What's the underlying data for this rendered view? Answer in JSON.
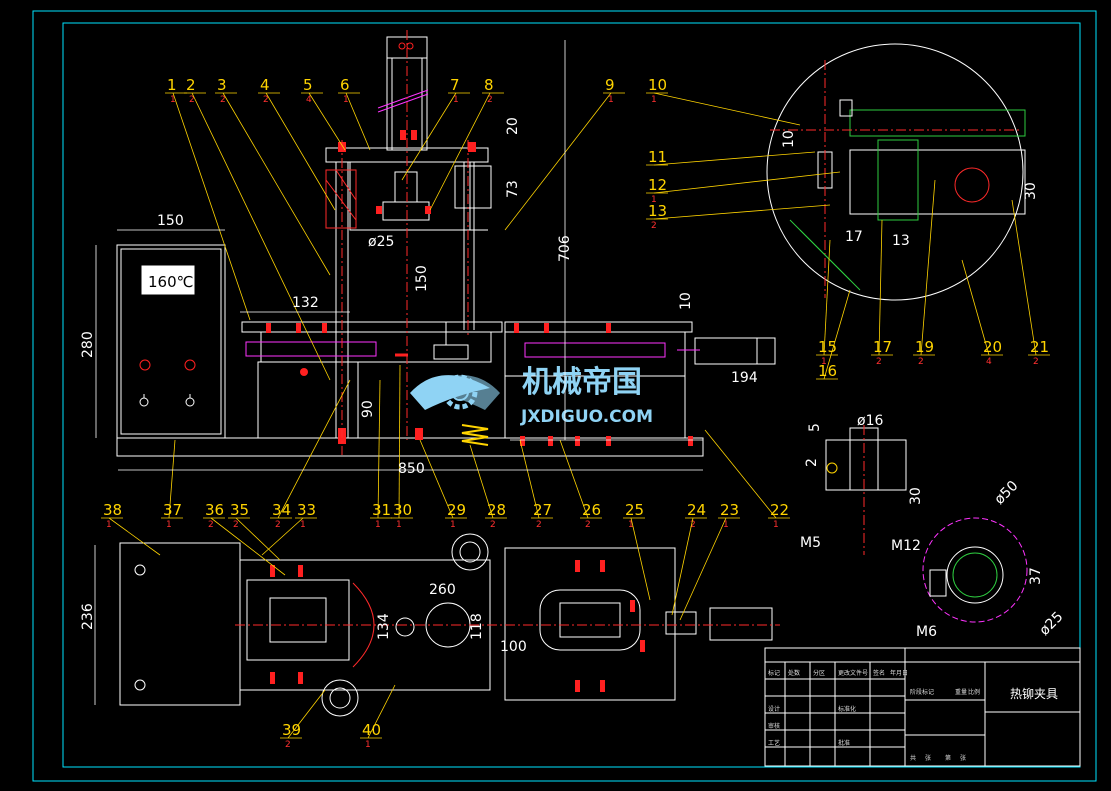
{
  "drawing": {
    "colors": {
      "background": "#000000",
      "outline": "#ffffff",
      "border": "#00e5ff",
      "hidden_line": "#ff2a2a",
      "centerline": "#ff2a2a",
      "fastener": "#ff2020",
      "label": "#ffd400",
      "quantity": "#ff3030",
      "hatch_green": "#2ecc40",
      "accent_magenta": "#ff33ff",
      "spring": "#ffd400"
    },
    "controller_display": "160℃",
    "watermark": {
      "cn": "机械帝国",
      "en": "JXDIGUO.COM",
      "logo": "gear-wings-logo"
    },
    "part_labels": [
      {
        "num": "1",
        "qty": "1"
      },
      {
        "num": "2",
        "qty": "2"
      },
      {
        "num": "3",
        "qty": "2"
      },
      {
        "num": "4",
        "qty": "2"
      },
      {
        "num": "5",
        "qty": "4"
      },
      {
        "num": "6",
        "qty": "1"
      },
      {
        "num": "7",
        "qty": "1"
      },
      {
        "num": "8",
        "qty": "2"
      },
      {
        "num": "9",
        "qty": "1"
      },
      {
        "num": "10",
        "qty": "1"
      },
      {
        "num": "11",
        "qty": ""
      },
      {
        "num": "12",
        "qty": "1"
      },
      {
        "num": "13",
        "qty": "2"
      },
      {
        "num": "15",
        "qty": "1"
      },
      {
        "num": "16",
        "qty": ""
      },
      {
        "num": "17",
        "qty": "2"
      },
      {
        "num": "19",
        "qty": "2"
      },
      {
        "num": "20",
        "qty": "4"
      },
      {
        "num": "21",
        "qty": "2"
      },
      {
        "num": "22",
        "qty": "1"
      },
      {
        "num": "23",
        "qty": "1"
      },
      {
        "num": "24",
        "qty": "2"
      },
      {
        "num": "25",
        "qty": "1"
      },
      {
        "num": "26",
        "qty": "2"
      },
      {
        "num": "27",
        "qty": "2"
      },
      {
        "num": "28",
        "qty": "2"
      },
      {
        "num": "29",
        "qty": "1"
      },
      {
        "num": "30",
        "qty": "1"
      },
      {
        "num": "31",
        "qty": "1"
      },
      {
        "num": "33",
        "qty": "1"
      },
      {
        "num": "34",
        "qty": "2"
      },
      {
        "num": "35",
        "qty": "2"
      },
      {
        "num": "36",
        "qty": "2"
      },
      {
        "num": "37",
        "qty": "1"
      },
      {
        "num": "38",
        "qty": "1"
      },
      {
        "num": "39",
        "qty": "2"
      },
      {
        "num": "40",
        "qty": "1"
      }
    ],
    "dimensions": [
      "150",
      "280",
      "132",
      "ø25",
      "150",
      "20",
      "73",
      "706",
      "10",
      "194",
      "90",
      "850",
      "10",
      "17",
      "13",
      "30",
      "5",
      "ø16",
      "2",
      "30",
      "M5",
      "M12",
      "ø50",
      "37",
      "M6",
      "ø25",
      "236",
      "134",
      "260",
      "118",
      "100"
    ],
    "title_block": {
      "title": "热铆夹具",
      "cells": [
        "标记",
        "处数",
        "分区",
        "更改文件号",
        "签名",
        "年月日",
        "设计",
        "标准化",
        "阶段标记",
        "重量",
        "比例",
        "审核",
        "工艺",
        "批准",
        "共",
        "张",
        "第",
        "张"
      ]
    }
  }
}
